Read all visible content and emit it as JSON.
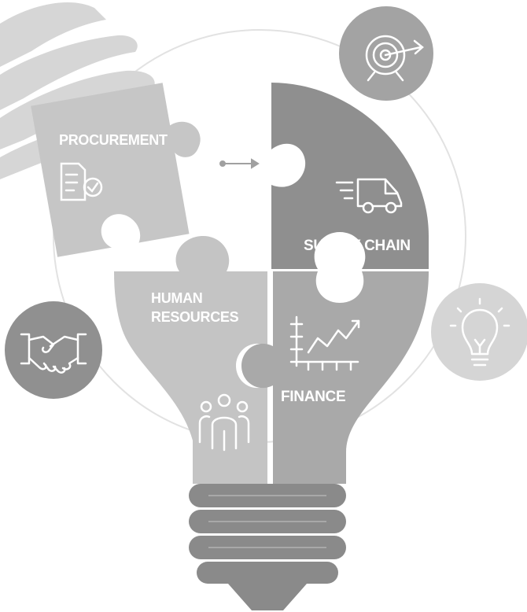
{
  "segments": {
    "procurement": "PROCUREMENT",
    "supply_chain": "SUPPLY CHAIN",
    "human_resources_line1": "HUMAN",
    "human_resources_line2": "RESOURCES",
    "finance": "FINANCE"
  },
  "icons": {
    "procurement": "document-check-icon",
    "supply_chain": "delivery-truck-icon",
    "human_resources": "people-group-icon",
    "finance": "growth-chart-icon",
    "top_circle": "target-arrow-icon",
    "left_circle": "handshake-icon",
    "right_circle": "lightbulb-icon",
    "connector": "double-arrow-icon"
  },
  "colors": {
    "background": "#ffffff",
    "light_gray": "#c8c8c8",
    "medium_gray": "#a9a9a9",
    "dark_gray": "#8c8c8c",
    "base_gray": "#8a8a8a",
    "orbit_line": "#e2e2e2"
  }
}
